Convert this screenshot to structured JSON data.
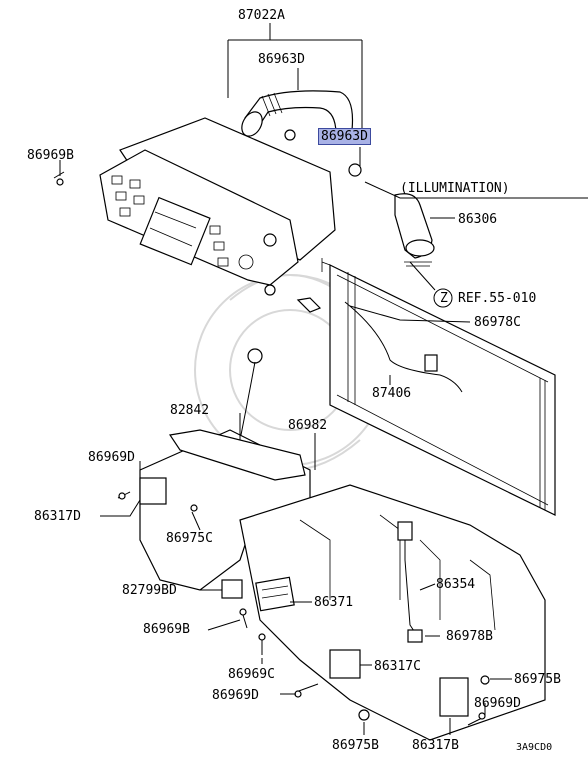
{
  "diagram": {
    "labels": {
      "p87022A": "87022A",
      "p86963D_a": "86963D",
      "p86963D_b": "86963D",
      "illumination": "(ILLUMINATION)",
      "p86306": "86306",
      "p86969B_a": "86969B",
      "ref_z": "Z",
      "ref": "REF.55-010",
      "p86978C": "86978C",
      "p87406": "87406",
      "p82842": "82842",
      "p86982": "86982",
      "p86969D_a": "86969D",
      "p86317D": "86317D",
      "p86975C": "86975C",
      "p82799BD": "82799BD",
      "p86371": "86371",
      "p86354": "86354",
      "p86969B_b": "86969B",
      "p86978B": "86978B",
      "p86969C": "86969C",
      "p86317C": "86317C",
      "p86975B_a": "86975B",
      "p86969D_b": "86969D",
      "p86969D_c": "86969D",
      "p86975B_b": "86975B",
      "p86317B": "86317B",
      "code": "3A9CD0"
    },
    "highlight_color": "#a9b2e6"
  }
}
